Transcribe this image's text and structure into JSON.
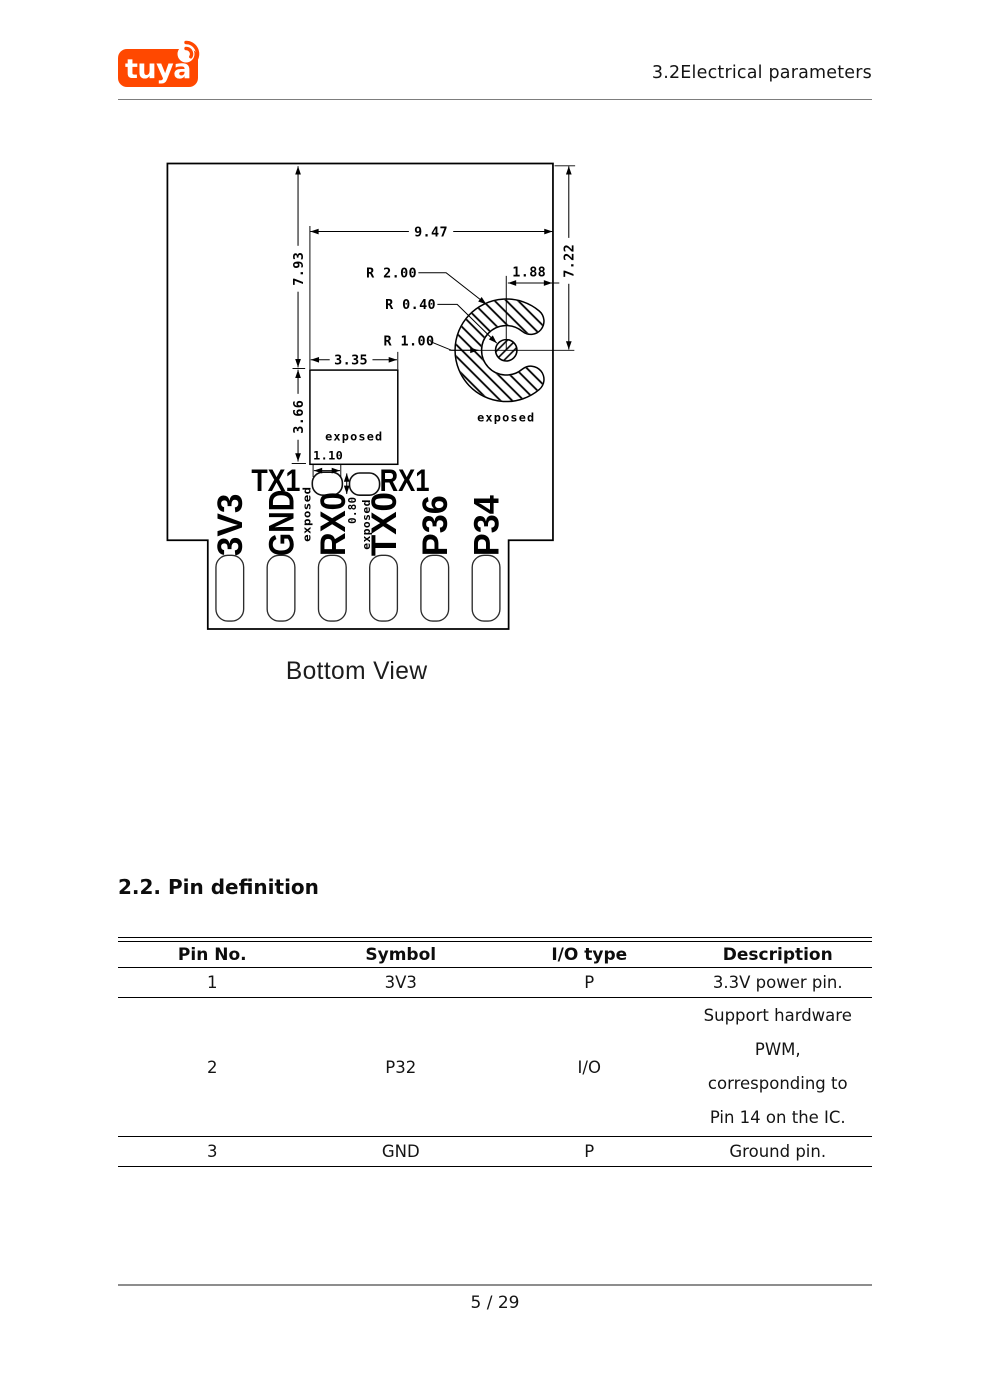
{
  "colors": {
    "brand": "#FF4800",
    "text": "#111111"
  },
  "header": {
    "logo_text": "tuya",
    "title": "3.2Electrical parameters"
  },
  "drawing": {
    "dims": {
      "overall_width": "9.47",
      "height_left": "7.93",
      "height_right": "7.22",
      "hole_offset": "1.88",
      "r_outer": "R 2.00",
      "r_hole": "R 0.40",
      "r_ring": "R 1.00",
      "square_w": "3.35",
      "square_h": "3.66",
      "pad_w": "1.10",
      "pad_gap": "0.80"
    },
    "exposed": {
      "square": "exposed",
      "castellation": "exposed",
      "tx_pad": "exposed",
      "rx_pad": "exposed"
    },
    "uart": {
      "tx1": "TX1",
      "rx1": "RX1"
    },
    "pins": [
      "3V3",
      "GND",
      "RX0",
      "TX0",
      "P36",
      "P34"
    ],
    "caption": "Bottom View"
  },
  "section_heading": "2.2. Pin definition",
  "table": {
    "columns": [
      "Pin No.",
      "Symbol",
      "I/O type",
      "Description"
    ],
    "rows": [
      {
        "pin_no": "1",
        "symbol": "3V3",
        "io_type": "P",
        "description": "3.3V power pin."
      },
      {
        "pin_no": "2",
        "symbol": "P32",
        "io_type": "I/O",
        "description_lines": [
          "Support hardware",
          "PWM,",
          "corresponding to",
          "Pin 14 on the IC."
        ]
      },
      {
        "pin_no": "3",
        "symbol": "GND",
        "io_type": "P",
        "description": "Ground pin."
      }
    ]
  },
  "footer": {
    "page_label": "5 / 29"
  }
}
